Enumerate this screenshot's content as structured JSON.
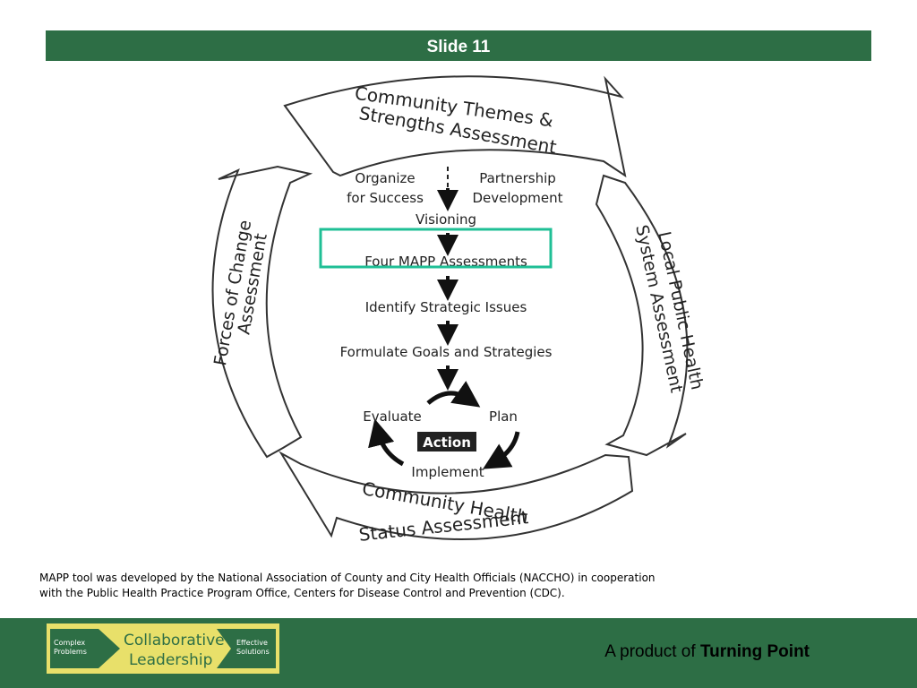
{
  "slide": {
    "title": "Slide 11"
  },
  "diagram": {
    "top_arrow": [
      "Community Themes &",
      "Strengths Assessment"
    ],
    "left_arrow": [
      "Forces of Change",
      "Assessment"
    ],
    "right_arrow": [
      "Local Public Health",
      "System Assessment"
    ],
    "bottom_arrow": [
      "Community Health",
      "Status Assessment"
    ],
    "organize": [
      "Organize",
      "for Success"
    ],
    "partnership": [
      "Partnership",
      "Development"
    ],
    "visioning": "Visioning",
    "four_mapp": "Four MAPP Assessments",
    "strategic_issues": "Identify Strategic Issues",
    "goals": "Formulate Goals and Strategies",
    "evaluate": "Evaluate",
    "plan": "Plan",
    "action": "Action",
    "implement": "Implement",
    "highlight_color": "#1fbf95"
  },
  "caption": {
    "line1": "MAPP tool was developed by the National Association of County and City Health Officials (NACCHO) in cooperation",
    "line2": "with the Public Health Practice Program Office, Centers for Disease Control and Prevention (CDC)."
  },
  "footer": {
    "logo_left": [
      "Complex",
      "Problems"
    ],
    "logo_center": [
      "Collaborative",
      "Leadership"
    ],
    "logo_right": [
      "Effective",
      "Solutions"
    ],
    "product_prefix": "A product of",
    "product_name": "Turning Point"
  },
  "colors": {
    "brand_green": "#2d6e45",
    "logo_yellow": "#e8e06a"
  }
}
